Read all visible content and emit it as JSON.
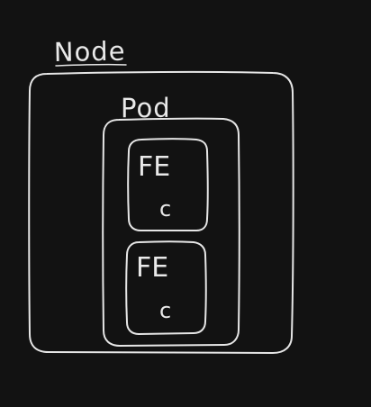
{
  "diagram": {
    "stroke_color": "#e6e6e6",
    "background_color": "#121212",
    "node": {
      "label": "Node"
    },
    "pod": {
      "label": "Pod"
    },
    "containers": [
      {
        "label": "FE",
        "sublabel": "c"
      },
      {
        "label": "FE",
        "sublabel": "c"
      }
    ]
  }
}
